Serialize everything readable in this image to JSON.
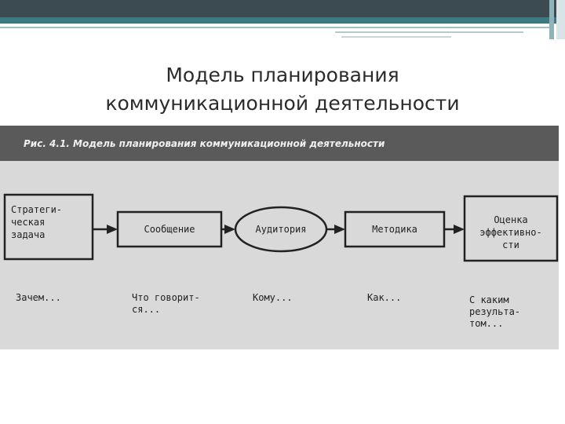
{
  "slide": {
    "title_line1": "Модель планирования",
    "title_line2": "коммуникационной деятельности"
  },
  "figure": {
    "caption": "Рис. 4.1. Модель планирования коммуникационной деятельности",
    "nodes": [
      {
        "id": "strategic",
        "lines": [
          "Стратеги-",
          "ческая",
          "задача"
        ]
      },
      {
        "id": "message",
        "lines": [
          "Сообщение"
        ]
      },
      {
        "id": "audience",
        "lines": [
          "Аудитория"
        ]
      },
      {
        "id": "method",
        "lines": [
          "Методика"
        ]
      },
      {
        "id": "evaluation",
        "lines": [
          "Оценка",
          "эффективно-",
          "сти"
        ]
      }
    ],
    "notes": [
      {
        "id": "why",
        "lines": [
          "Зачем..."
        ]
      },
      {
        "id": "what",
        "lines": [
          "Что говорит-",
          "ся..."
        ]
      },
      {
        "id": "whom",
        "lines": [
          "Кому..."
        ]
      },
      {
        "id": "how",
        "lines": [
          "Как..."
        ]
      },
      {
        "id": "result",
        "lines": [
          "С каким",
          "результа-",
          "том..."
        ]
      }
    ]
  },
  "colors": {
    "accent_dark": "#3c4a52",
    "accent_teal": "#3a7a80",
    "scan_bg": "#d9d9d9",
    "caption_bg": "#5a5a5a"
  }
}
